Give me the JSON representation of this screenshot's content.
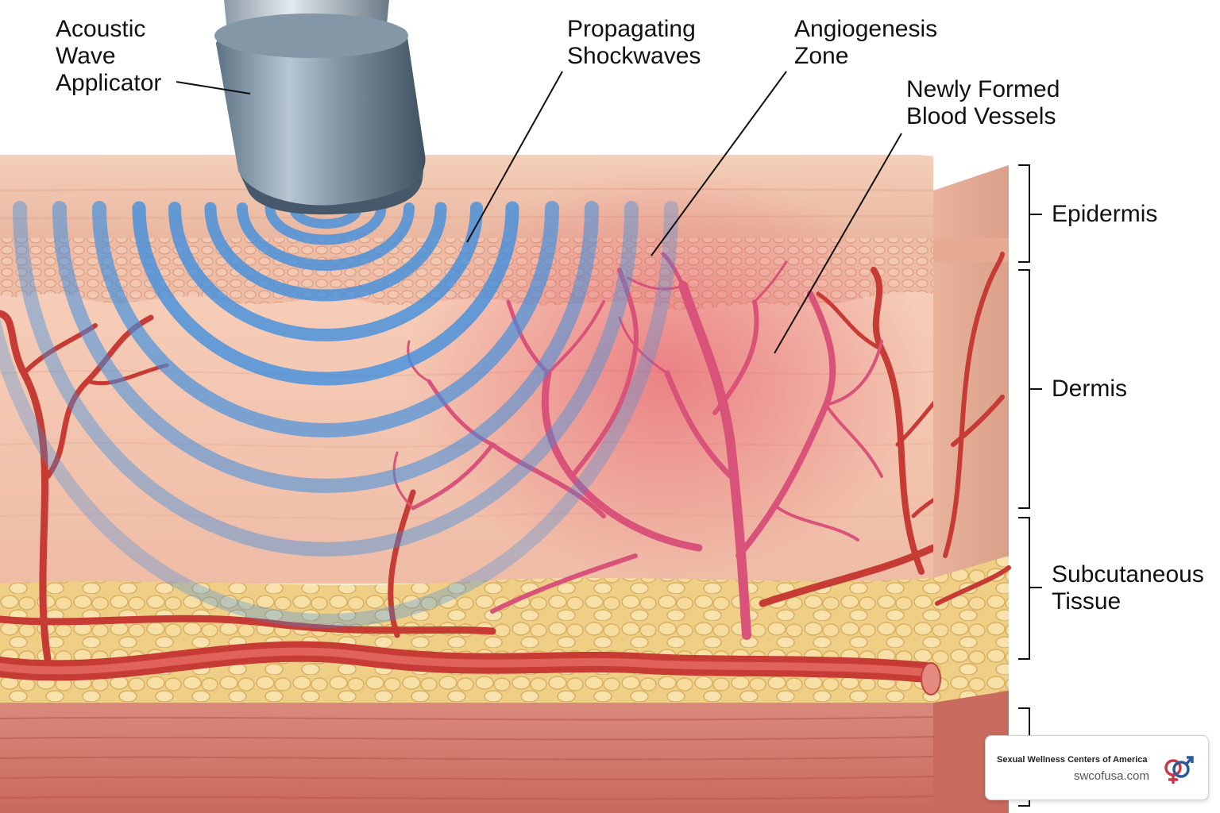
{
  "labels": {
    "applicator": "Acoustic\nWave\nApplicator",
    "shockwaves": "Propagating\nShockwaves",
    "angiogenesis": "Angiogenesis\nZone",
    "vessels": "Newly Formed\nBlood Vessels",
    "epidermis": "Epidermis",
    "dermis": "Dermis",
    "subcutaneous": "Subcutaneous\nTissue"
  },
  "badge": {
    "organization": "Sexual Wellness Centers of America",
    "website": "swcofusa.com"
  },
  "colors": {
    "skin": "#f2c4aa",
    "epidermis": "#ecb59b",
    "fat": "#f3d58f",
    "muscle": "#d9857a",
    "vessel": "#c8403a",
    "new_vessel": "#d9557a",
    "wave": "#3d8fe0"
  }
}
